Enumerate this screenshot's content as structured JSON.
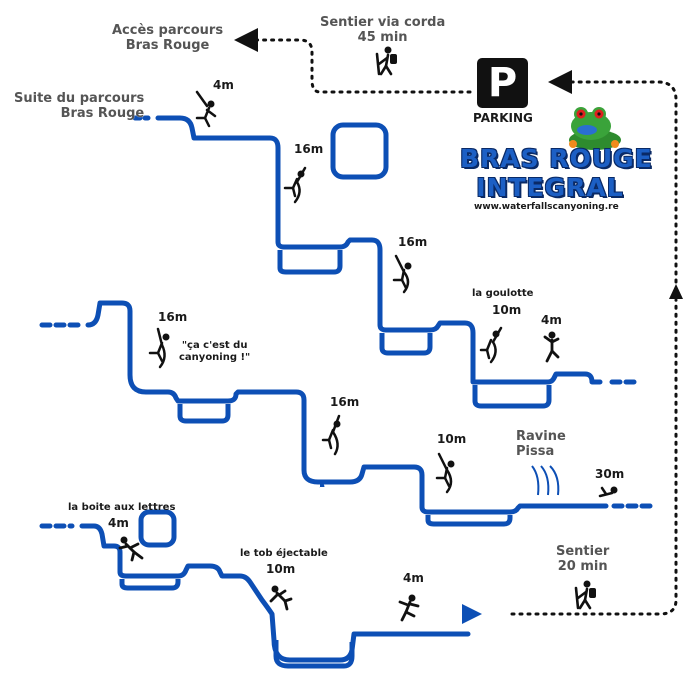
{
  "labels": {
    "acces_parcours": "Accès parcours",
    "acces_bras_rouge": "Bras Rouge",
    "sentier_via_corda": "Sentier via corda",
    "sentier_via_corda_time": "45 min",
    "suite_parcours": "Suite du parcours",
    "suite_bras_rouge": "Bras Rouge",
    "parking_letter": "P",
    "parking_label": "PARKING",
    "title_line1": "BRAS ROUGE",
    "title_line2": "INTEGRAL",
    "website": "www.waterfallscanyoning.re",
    "rappel_4m_top": "4m",
    "rappel_16m_a": "16m",
    "rappel_16m_b": "16m",
    "la_goulotte": "la goulotte",
    "goulotte_10m": "10m",
    "jump_4m": "4m",
    "rappel_16m_c": "16m",
    "quote_line1": "\"ça c'est du",
    "quote_line2": "canyoning !\"",
    "rappel_16m_d": "16m",
    "rappel_10m": "10m",
    "ravine": "Ravine",
    "pissa": "Pissa",
    "swim_30m": "30m",
    "boite_aux_lettres": "la boite aux lettres",
    "boite_4m": "4m",
    "tob_ejectable": "le tob éjectable",
    "tob_10m": "10m",
    "final_4m": "4m",
    "sentier": "Sentier",
    "sentier_time": "20 min"
  },
  "colors": {
    "river": "#0d4fb5",
    "title": "#1c5fc4",
    "text": "#1a1a1a",
    "path_dots": "#111111"
  }
}
